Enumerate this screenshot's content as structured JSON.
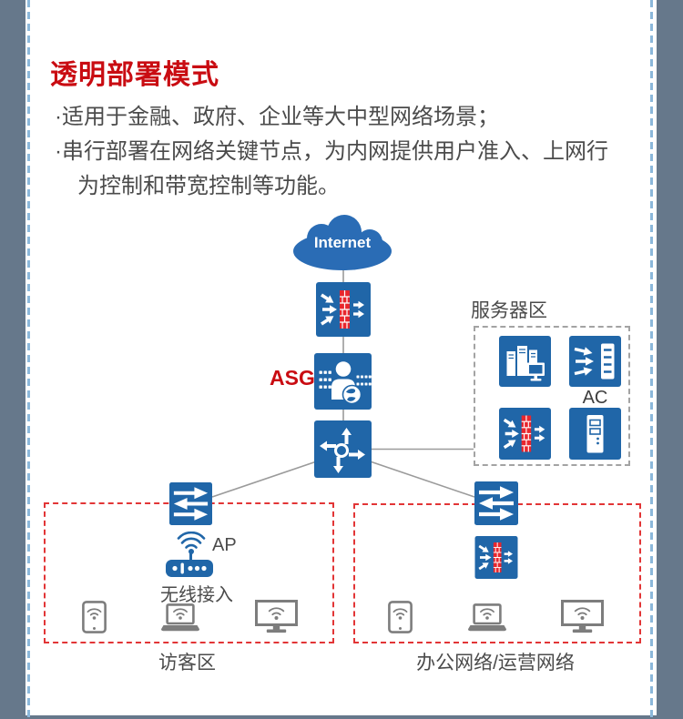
{
  "header": {
    "title": "透明部署模式",
    "bullets": [
      "·适用于金融、政府、企业等大中型网络场景；",
      "·串行部署在网络关键节点，为内网提供用户准入、上网行为控制和带宽控制等功能。"
    ]
  },
  "diagram": {
    "internet_label": "Internet",
    "asg_label": "ASG",
    "ac_label": "AC",
    "ap_label": "AP",
    "wireless_label": "无线接入",
    "zones": {
      "server": {
        "label": "服务器区"
      },
      "visitor": {
        "label": "访客区"
      },
      "office": {
        "label": "办公网络/运营网络"
      }
    },
    "icons": {
      "internet-cloud": "blue cloud",
      "firewall-icon": "blue square, red brick wall, white traffic arrows",
      "asg-icon": "blue square, user silhouette with globe and dotted flows",
      "core-switch-icon": "blue square, four-arrow pinwheel with ring",
      "switch-icon": "blue square, stacked double-headed horizontal arrows",
      "server-group-icon": "blue square, server racks with monitor",
      "ac-icon": "blue square, panel with inbound arrows",
      "server-tower-icon": "blue square, white tower outline",
      "wifi-icon": "blue wifi arcs",
      "access-point-icon": "blue AP box with dots",
      "tablet-icon": "gray tablet with wifi",
      "laptop-icon": "gray laptop with wifi",
      "monitor-icon": "gray monitor with wifi"
    }
  },
  "colors": {
    "icon_blue": "#2066a8",
    "cloud_blue": "#2a6cb5",
    "title_red": "#c90c12",
    "brick_red": "#e8262d",
    "zone_dash_red": "#e23536",
    "server_zone_dash_gray": "#a3a3a3",
    "connector_gray": "#9b9b9b",
    "client_gray": "#7d7d7d",
    "frame_slate": "#66788b",
    "edge_dash_blue": "#8cb8da",
    "text_dark": "#4b4b4b"
  }
}
